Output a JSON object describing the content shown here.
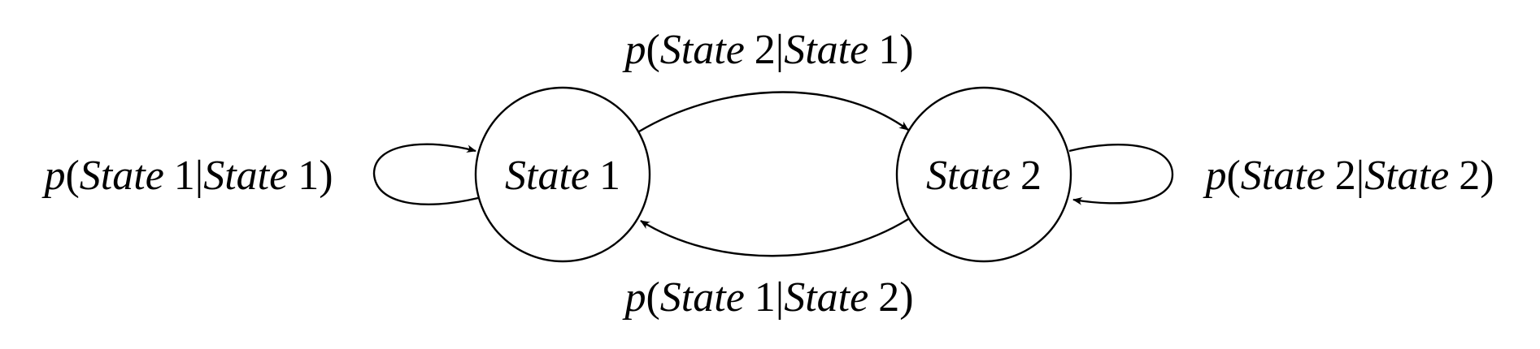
{
  "diagram": {
    "type": "markov-chain",
    "nodes": [
      {
        "id": "s1",
        "word": "State",
        "num": "1"
      },
      {
        "id": "s2",
        "word": "State",
        "num": "2"
      }
    ],
    "edges": [
      {
        "id": "e11",
        "from": "s1",
        "to": "s1",
        "label": {
          "fn": "p",
          "a_word": "State",
          "a_num": "1",
          "b_word": "State",
          "b_num": "1"
        }
      },
      {
        "id": "e12",
        "from": "s1",
        "to": "s2",
        "label": {
          "fn": "p",
          "a_word": "State",
          "a_num": "2",
          "b_word": "State",
          "b_num": "1"
        }
      },
      {
        "id": "e21",
        "from": "s2",
        "to": "s1",
        "label": {
          "fn": "p",
          "a_word": "State",
          "a_num": "1",
          "b_word": "State",
          "b_num": "2"
        }
      },
      {
        "id": "e22",
        "from": "s2",
        "to": "s2",
        "label": {
          "fn": "p",
          "a_word": "State",
          "a_num": "2",
          "b_word": "State",
          "b_num": "2"
        }
      }
    ],
    "colors": {
      "stroke": "#000000",
      "background": "#ffffff"
    }
  }
}
